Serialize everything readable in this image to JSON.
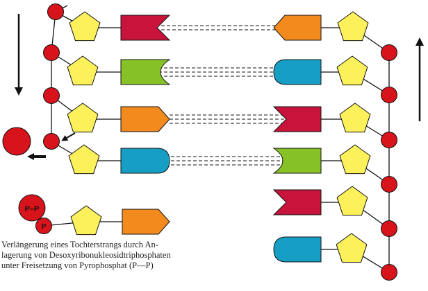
{
  "colors": {
    "phosphate": "#d7131b",
    "sugar": "#fcf15a",
    "base_red": "#c8143a",
    "base_green": "#86c226",
    "base_orange": "#f28a1e",
    "base_blue": "#169ec4",
    "line": "#111111"
  },
  "labels": {
    "pyrophosphate": "P–P",
    "phosphate": "P"
  },
  "caption": {
    "line1": "Verlängerung eines Tochterstrangs durch An-",
    "line2": "lagerung von Desoxyribonukleosidtriphosphaten",
    "line3": "unter Freisetzung von Pyrophosphat (P—P)"
  },
  "left_strand": {
    "bases": [
      "red-notch",
      "green-cup",
      "orange-point",
      "blue-round"
    ]
  },
  "free_nucleotide": {
    "base": "orange-point"
  },
  "right_strand": {
    "bases": [
      "orange-point",
      "blue-round",
      "red-notch",
      "green-cup",
      "red-notch",
      "blue-round"
    ]
  }
}
